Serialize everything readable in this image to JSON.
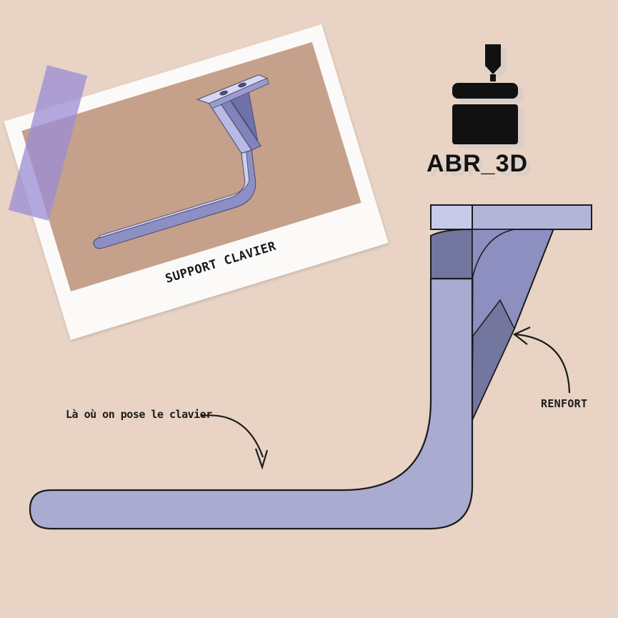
{
  "photo": {
    "caption": "SUPPORT CLAVIER"
  },
  "logo": {
    "text": "ABR_3D",
    "icon": "3d-printer-icon"
  },
  "annotations": {
    "keyboard_rest": "Là où on pose le clavier",
    "reinforcement": "RENFORT"
  },
  "colors": {
    "background": "#e8d3c4",
    "part_fill": "#a9abd0",
    "part_top": "#c9caea",
    "photo_bg": "#c5a08a",
    "tape": "#9a8cd6"
  }
}
